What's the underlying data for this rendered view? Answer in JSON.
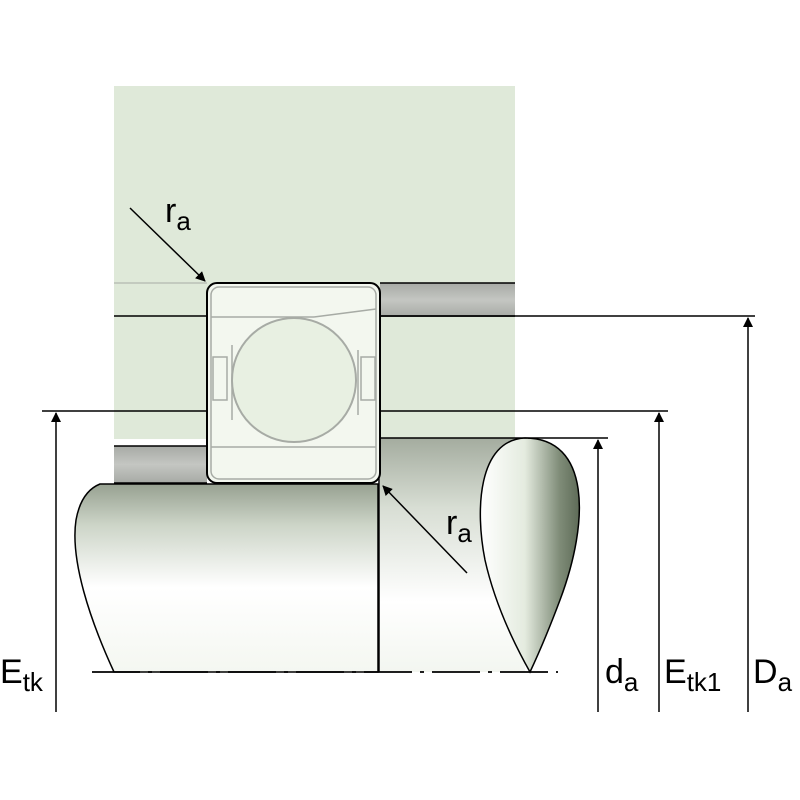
{
  "labels": {
    "fillet_top": {
      "main": "r",
      "sub": "a"
    },
    "fillet_bottom": {
      "main": "r",
      "sub": "a"
    },
    "e_tk": {
      "main": "E",
      "sub": "tk"
    },
    "d_a": {
      "main": "d",
      "sub": "a"
    },
    "e_tk1": {
      "main": "E",
      "sub": "tk1"
    },
    "d_a_outer": {
      "main": "D",
      "sub": "a"
    }
  },
  "colors": {
    "housing": "#dfe9d9",
    "housing_stroke": "#c9d8c0",
    "bearing_fill": "#f3f7ef",
    "bearing_stroke": "#a7aba5",
    "shaft_highlight": "#ffffff",
    "shaft_shadow": "#8f9a8a",
    "shoulder_grey": "#b3b5b1",
    "line": "#000000"
  }
}
